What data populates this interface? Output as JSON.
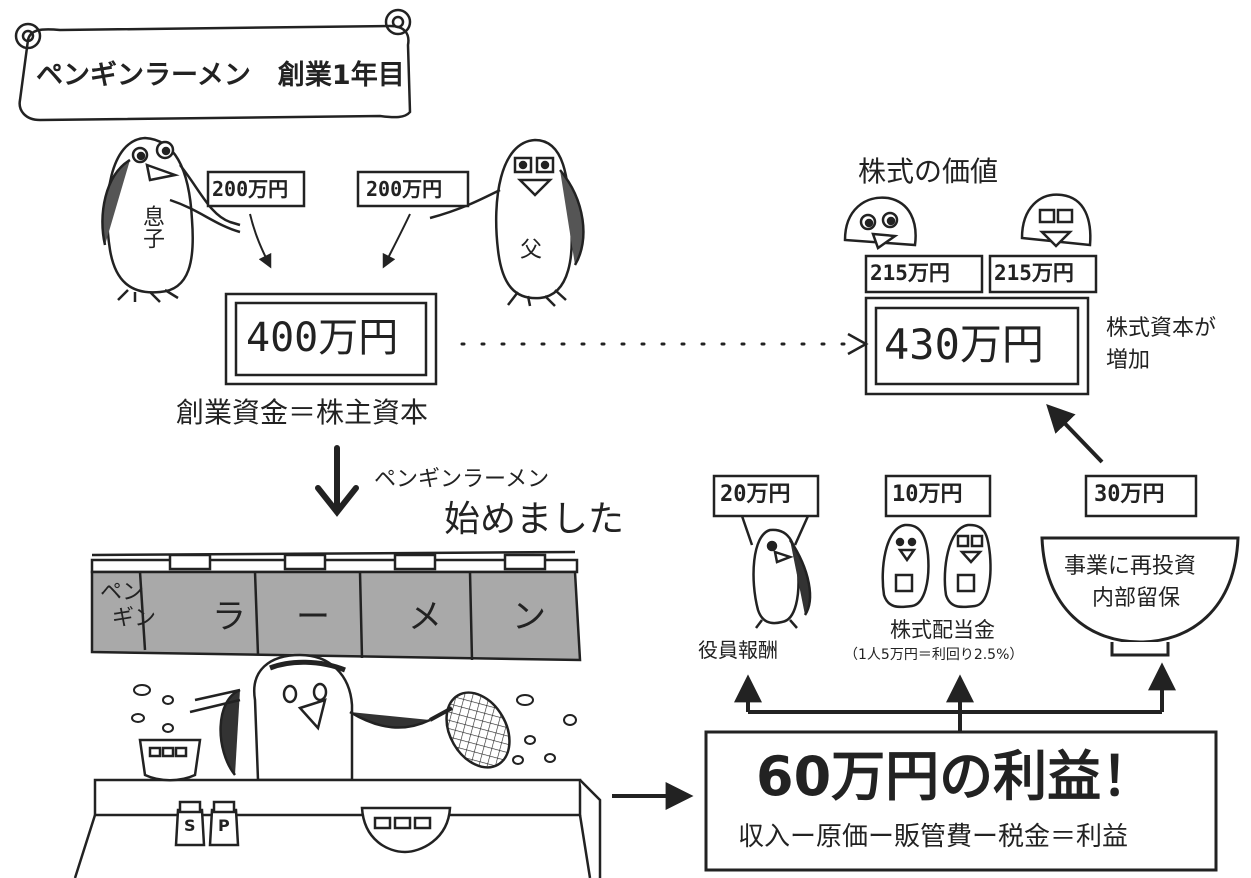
{
  "banner": {
    "title": "ペンギンラーメン　創業1年目"
  },
  "founding": {
    "son_label": "息子",
    "father_label": "父",
    "son_amount": "200万円",
    "father_amount": "200万円",
    "total": "400万円",
    "caption": "創業資金＝株主資本"
  },
  "opening": {
    "line1": "ペンギンラーメン",
    "line2": "始めました"
  },
  "noren": {
    "chars": [
      "ペン",
      "ギン",
      "ラ",
      "ー",
      "メ",
      "ン"
    ]
  },
  "shop": {
    "shaker_labels": [
      "S",
      "P"
    ]
  },
  "profit": {
    "headline": "60万円の利益！",
    "formula": "収入ー原価ー販管費ー税金＝利益"
  },
  "distribution": {
    "executive": {
      "amount": "20万円",
      "label": "役員報酬"
    },
    "dividend": {
      "amount": "10万円",
      "label": "株式配当金",
      "note": "（1人5万円＝利回り2.5%）"
    },
    "reinvest": {
      "amount": "30万円",
      "label_line1": "事業に再投資",
      "label_line2": "内部留保"
    }
  },
  "shares": {
    "title": "株式の価値",
    "son_value": "215万円",
    "father_value": "215万円",
    "total": "430万円",
    "note_line1": "株式資本が",
    "note_line2": "増加"
  },
  "colors": {
    "ink": "#222222",
    "noren_gray": "#a9a9a9",
    "paper": "#ffffff"
  }
}
